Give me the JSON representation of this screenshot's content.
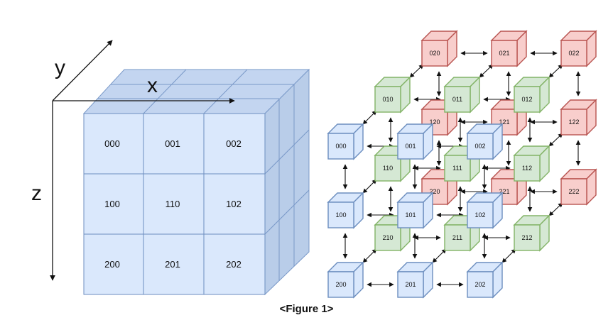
{
  "axes": {
    "x": "x",
    "y": "y",
    "z": "z"
  },
  "grid_cells": [
    [
      "000",
      "001",
      "002"
    ],
    [
      "100",
      "110",
      "102"
    ],
    [
      "200",
      "201",
      "202"
    ]
  ],
  "layers": {
    "red": [
      "020",
      "021",
      "022",
      "120",
      "121",
      "122",
      "220",
      "221",
      "222"
    ],
    "green": [
      "010",
      "011",
      "012",
      "110",
      "111",
      "112",
      "210",
      "211",
      "212"
    ],
    "blue": [
      "000",
      "001",
      "002",
      "100",
      "101",
      "102",
      "200",
      "201",
      "202"
    ]
  },
  "colors": {
    "blue_fill": "#dae8fc",
    "blue_stroke": "#6c8ebf",
    "green_fill": "#d5e8d4",
    "green_stroke": "#82b366",
    "red_fill": "#f8cecc",
    "red_stroke": "#b85450"
  },
  "caption": "<Figure 1>"
}
